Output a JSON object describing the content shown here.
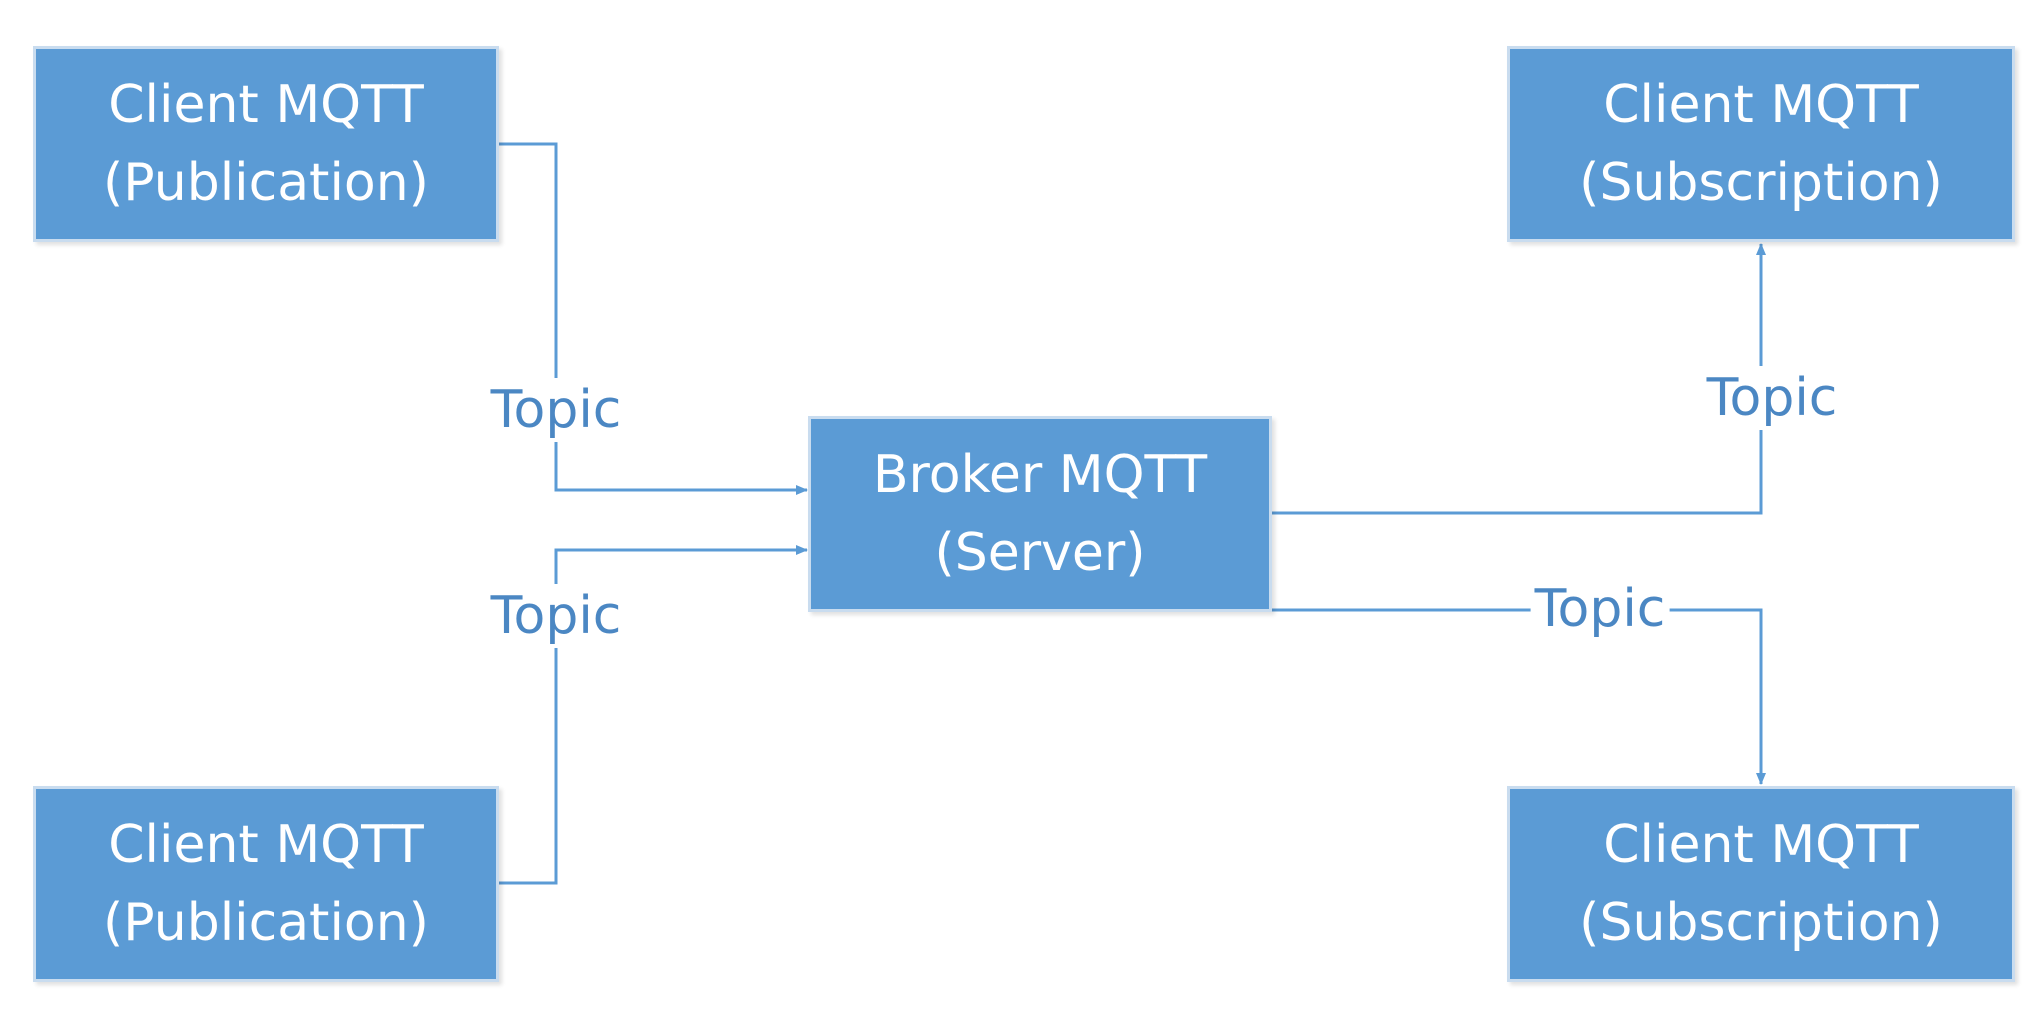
{
  "colors": {
    "node_fill": "#5b9bd5",
    "node_text": "#ffffff",
    "connector": "#5b9bd5",
    "label_text": "#4b87c3"
  },
  "nodes": {
    "publisher_top": {
      "line1": "Client MQTT",
      "line2": "(Publication)"
    },
    "publisher_bottom": {
      "line1": "Client MQTT",
      "line2": "(Publication)"
    },
    "broker": {
      "line1": "Broker MQTT",
      "line2": "(Server)"
    },
    "subscriber_top": {
      "line1": "Client MQTT",
      "line2": "(Subscription)"
    },
    "subscriber_bottom": {
      "line1": "Client MQTT",
      "line2": "(Subscription)"
    }
  },
  "edges": {
    "pub_top_to_broker": {
      "label": "Topic"
    },
    "pub_bottom_to_broker": {
      "label": "Topic"
    },
    "broker_to_sub_top": {
      "label": "Topic"
    },
    "broker_to_sub_bottom": {
      "label": "Topic"
    }
  }
}
